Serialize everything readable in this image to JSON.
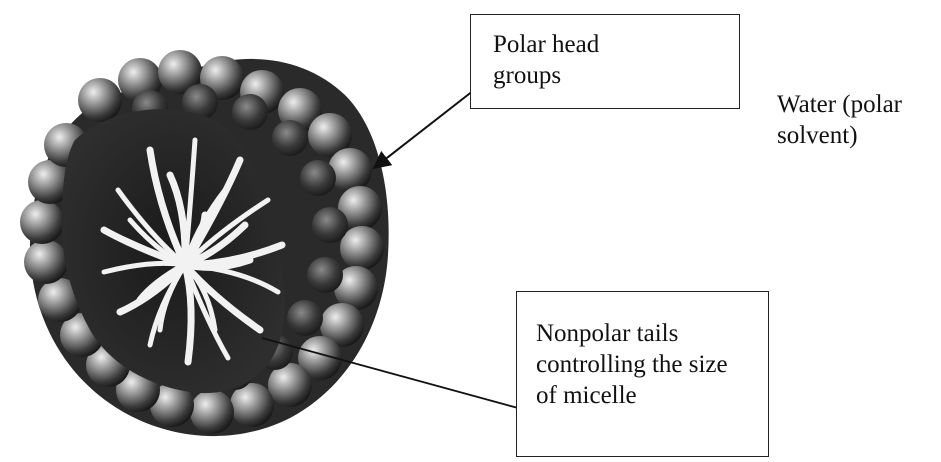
{
  "labels": {
    "polar_head": [
      "Polar head",
      "groups"
    ],
    "water": [
      "Water (polar",
      "solvent)"
    ],
    "nonpolar_tails": [
      "Nonpolar tails",
      "controlling the size",
      "of micelle"
    ]
  },
  "colors": {
    "head_dark": "#2a2a2a",
    "head_highlight": "#e8e8e8",
    "tail": "#f4f4f4",
    "core": "#141414",
    "line": "#222222"
  },
  "icons": {
    "micelle": "micelle-cross-section-icon",
    "arrow": "arrow-icon"
  }
}
